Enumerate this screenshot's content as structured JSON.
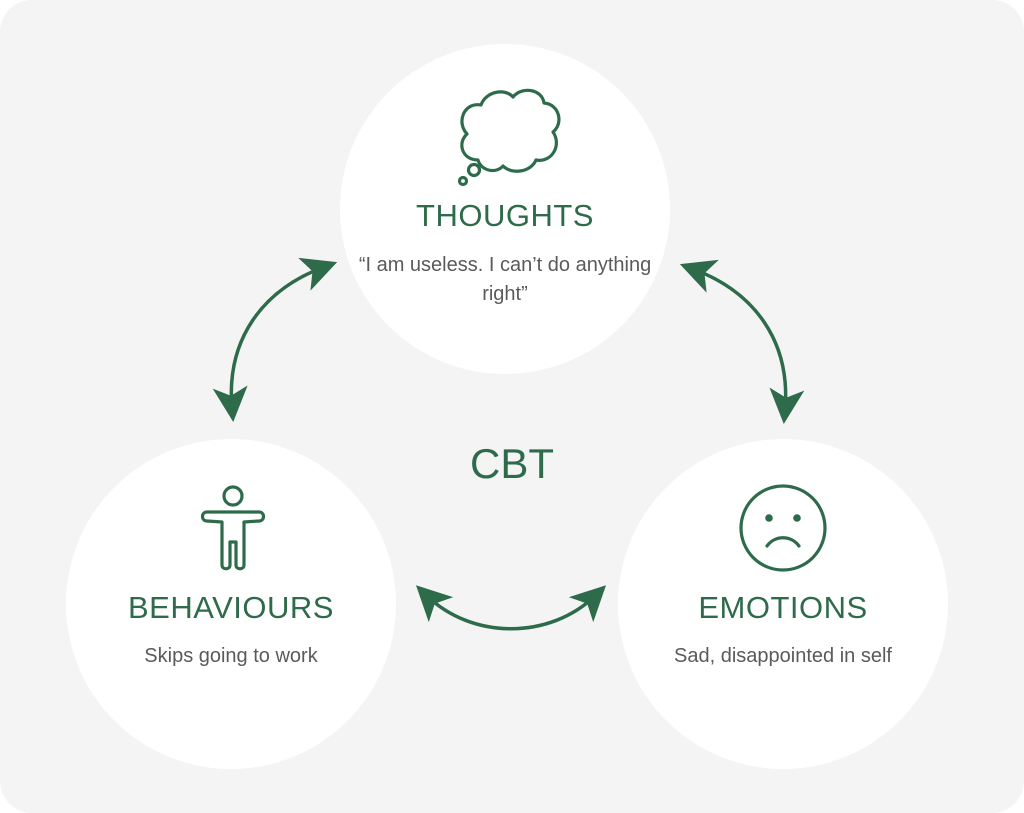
{
  "diagram": {
    "center_label": "CBT",
    "nodes": {
      "thoughts": {
        "title": "THOUGHTS",
        "text": "“I am useless. I can’t do anything right”",
        "icon": "thought-bubble-icon"
      },
      "behaviours": {
        "title": "BEHAVIOURS",
        "text": "Skips going to work",
        "icon": "person-icon"
      },
      "emotions": {
        "title": "EMOTIONS",
        "text": "Sad, disappointed in self",
        "icon": "sad-face-icon"
      }
    },
    "connections": [
      {
        "from": "thoughts",
        "to": "behaviours",
        "style": "double-arrow"
      },
      {
        "from": "thoughts",
        "to": "emotions",
        "style": "double-arrow"
      },
      {
        "from": "behaviours",
        "to": "emotions",
        "style": "double-arrow"
      }
    ]
  },
  "colors": {
    "accent": "#2e6b4a",
    "panel_background": "#f4f4f4",
    "circle_background": "#ffffff",
    "body_text": "#5a5a5a"
  }
}
